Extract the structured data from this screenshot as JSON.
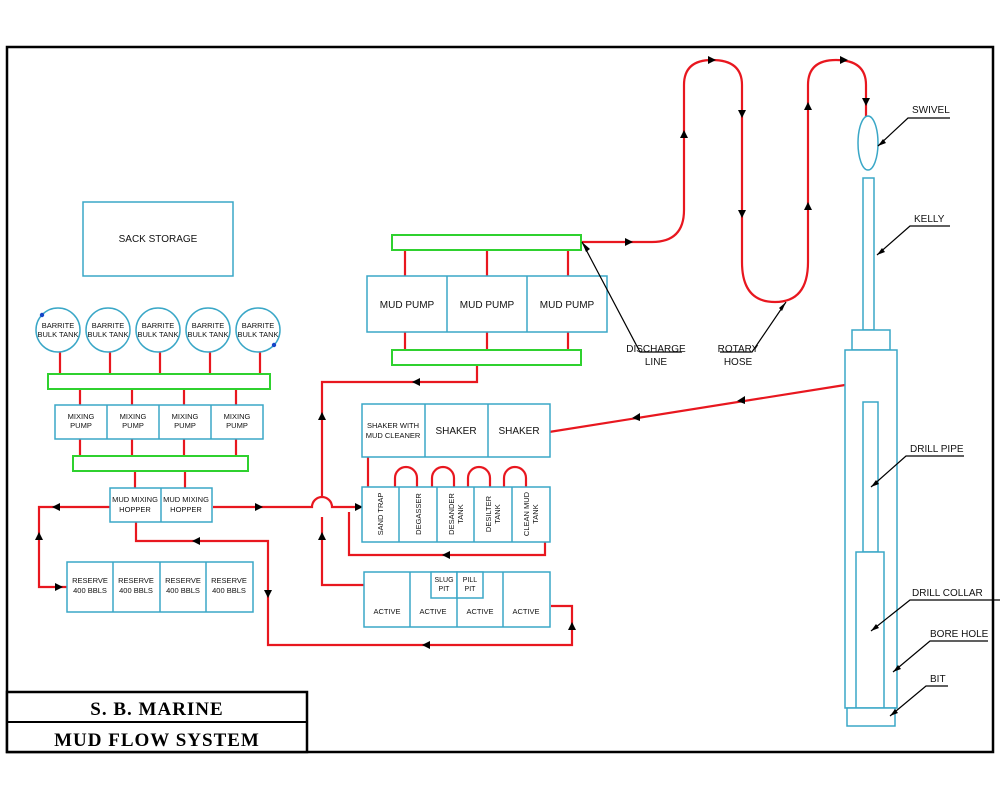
{
  "title_block": {
    "company": "S. B. MARINE",
    "drawing_title": "MUD FLOW SYSTEM"
  },
  "storage": {
    "sack_storage": "SACK STORAGE",
    "barrite_tanks": [
      {
        "line1": "BARRITE",
        "line2": "BULK TANK"
      },
      {
        "line1": "BARRITE",
        "line2": "BULK TANK"
      },
      {
        "line1": "BARRITE",
        "line2": "BULK TANK"
      },
      {
        "line1": "BARRITE",
        "line2": "BULK TANK"
      },
      {
        "line1": "BARRITE",
        "line2": "BULK TANK"
      }
    ],
    "mixing_pumps": [
      {
        "line1": "MIXING",
        "line2": "PUMP"
      },
      {
        "line1": "MIXING",
        "line2": "PUMP"
      },
      {
        "line1": "MIXING",
        "line2": "PUMP"
      },
      {
        "line1": "MIXING",
        "line2": "PUMP"
      }
    ],
    "hoppers": [
      {
        "line1": "MUD MIXING",
        "line2": "HOPPER"
      },
      {
        "line1": "MUD MIXING",
        "line2": "HOPPER"
      }
    ],
    "reserve_pits": [
      {
        "line1": "RESERVE",
        "line2": "400 BBLS"
      },
      {
        "line1": "RESERVE",
        "line2": "400 BBLS"
      },
      {
        "line1": "RESERVE",
        "line2": "400 BBLS"
      },
      {
        "line1": "RESERVE",
        "line2": "400 BBLS"
      }
    ]
  },
  "pumps": [
    "MUD PUMP",
    "MUD PUMP",
    "MUD PUMP"
  ],
  "shakers": {
    "first": {
      "line1": "SHAKER WITH",
      "line2": "MUD CLEANER"
    },
    "others": [
      "SHAKER",
      "SHAKER"
    ]
  },
  "treatment_tanks": [
    {
      "line1": "SAND TRAP",
      "line2": ""
    },
    {
      "line1": "DEGASSER",
      "line2": ""
    },
    {
      "line1": "DESANDER",
      "line2": "TANK"
    },
    {
      "line1": "DESILTER",
      "line2": "TANK"
    },
    {
      "line1": "CLEAN MUD",
      "line2": "TANK"
    }
  ],
  "active_pits": {
    "slug": {
      "line1": "SLUG",
      "line2": "PIT"
    },
    "pill": {
      "line1": "PILL",
      "line2": "PIT"
    },
    "labels": [
      "ACTIVE",
      "ACTIVE",
      "ACTIVE",
      "ACTIVE"
    ]
  },
  "callouts": {
    "discharge": {
      "line1": "DISCHARGE",
      "line2": "LINE"
    },
    "rotary": {
      "line1": "ROTARY",
      "line2": "HOSE"
    },
    "swivel": "SWIVEL",
    "kelly": "KELLY",
    "drill_pipe": "DRILL PIPE",
    "drill_collar": "DRILL COLLAR",
    "bore_hole": "BORE HOLE",
    "bit": "BIT"
  },
  "colors": {
    "flow_line": "#e8171f",
    "manifold": "#2fd12f",
    "equipment_outline": "#3aa7c7",
    "border": "#000000"
  }
}
